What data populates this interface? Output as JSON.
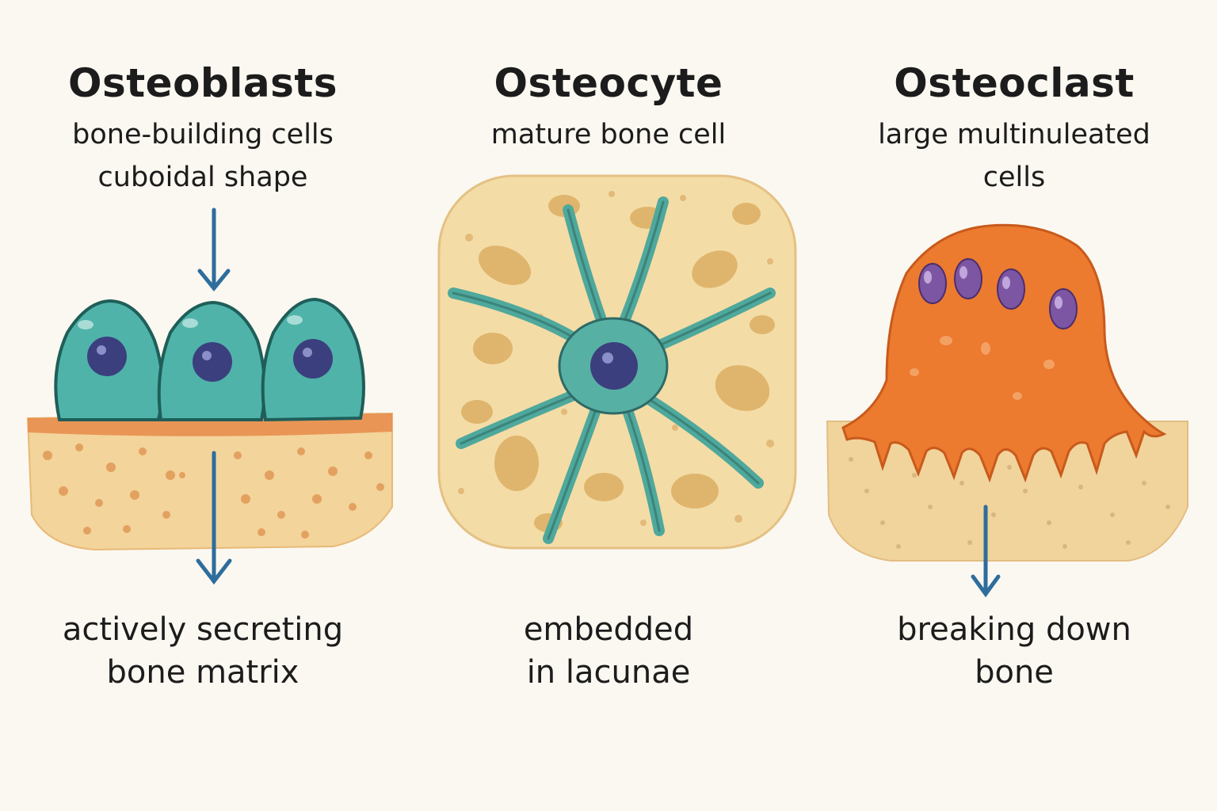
{
  "colors": {
    "background": "#fbf8f1",
    "osteoblast": "#4fb3a9",
    "osteocyte": "#57b0a4",
    "osteoclast": "#ec7a2f",
    "nucleus": "#3b3f7e",
    "osteoclast_nucleus": "#7d56a3",
    "bone_matrix": "#f3d49a",
    "arrow": "#2e6d9c"
  },
  "panels": [
    {
      "title": "Osteoblasts",
      "subtitle": [
        "bone-building cells",
        "cuboidal shape"
      ],
      "caption": [
        "actively secreting",
        "bone matrix"
      ]
    },
    {
      "title": "Osteocyte",
      "subtitle": [
        "mature bone cell"
      ],
      "caption": [
        "embedded",
        "in lacunae"
      ]
    },
    {
      "title": "Osteoclast",
      "subtitle": [
        "large multinuleated",
        "cells"
      ],
      "caption": [
        "breaking down",
        "bone"
      ]
    }
  ]
}
